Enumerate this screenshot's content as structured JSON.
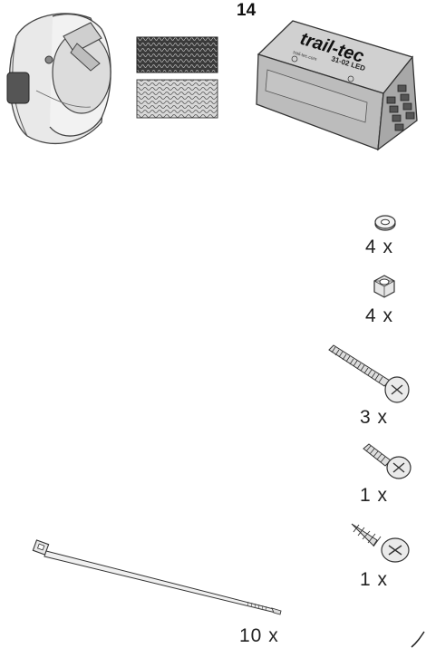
{
  "parts": {
    "socket": {
      "icon": "trailer-socket-icon"
    },
    "velcro": {
      "icon": "velcro-strips-icon"
    },
    "module": {
      "number": "14",
      "brand": "trail-tec",
      "model": "31-02 LED",
      "url": "trail-tec.com",
      "icon": "control-module-icon"
    },
    "washer": {
      "qty": "4 x",
      "icon": "washer-icon"
    },
    "nut": {
      "qty": "4 x",
      "icon": "hex-nut-icon"
    },
    "long_screw": {
      "qty": "3 x",
      "icon": "long-bolt-icon"
    },
    "short_screw": {
      "qty": "1 x",
      "icon": "short-bolt-icon"
    },
    "tapping_screw": {
      "qty": "1 x",
      "icon": "tapping-screw-icon"
    },
    "cable_tie": {
      "qty": "10 x",
      "icon": "cable-tie-icon"
    }
  }
}
